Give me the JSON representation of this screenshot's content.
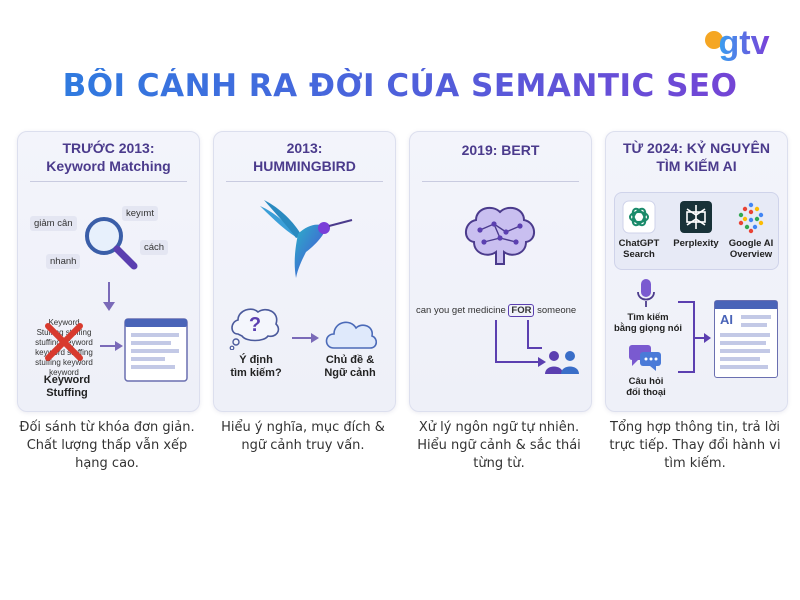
{
  "brand": {
    "logo_text": "gtv"
  },
  "title": "BỐI CẢNH RA ĐỜI CỦA SEMANTIC SEO",
  "cards": [
    {
      "title_lines": [
        "TRƯỚC 2013:",
        "Keyword Matching"
      ],
      "keywords": [
        "giảm cân",
        "keyımt",
        "cách",
        "nhanh"
      ],
      "stuffing_lines": [
        "Keyword",
        "Stuffing stuffing",
        "stuffing keyword",
        "keyword stuffing",
        "stuffing keyword",
        "keyword"
      ],
      "label_lines": [
        "Keyword",
        "Stuffing"
      ],
      "caption_lines": [
        "Đối sánh từ khóa đơn giản.",
        "Chất lượng thấp vẫn xếp",
        "hạng cao."
      ]
    },
    {
      "title_lines": [
        "2013:",
        "HUMMINGBIRD"
      ],
      "bubble_left": "?",
      "left_label_lines": [
        "Ý định",
        "tìm kiếm?"
      ],
      "right_label_lines": [
        "Chủ đề &",
        "Ngữ cảnh"
      ],
      "caption_lines": [
        "Hiểu ý nghĩa, mục đích &",
        "ngữ cảnh truy vấn."
      ]
    },
    {
      "title_lines": [
        "2019: BERT"
      ],
      "query_before": "can you get medicine",
      "query_highlight": "FOR",
      "query_after": "someone",
      "caption_lines": [
        "Xử lý ngôn ngữ tự nhiên.",
        "Hiểu ngữ cảnh & sắc thái",
        "từng từ."
      ]
    },
    {
      "title_lines": [
        "TỪ 2024: KỶ NGUYÊN",
        "TÌM KIẾM AI"
      ],
      "ai_tools": [
        {
          "label_lines": [
            "ChatGPT",
            "Search"
          ],
          "icon": "chatgpt-icon"
        },
        {
          "label_lines": [
            "Perplexity"
          ],
          "icon": "perplexity-icon"
        },
        {
          "label_lines": [
            "Google AI",
            "Overview"
          ],
          "icon": "google-ai-icon"
        }
      ],
      "voice_label_lines": [
        "Tìm kiếm",
        "bằng giọng nói"
      ],
      "chat_label_lines": [
        "Câu hỏi",
        "đối thoại"
      ],
      "ai_doc_label": "AI",
      "caption_lines": [
        "Tổng hợp thông tin, trả lời",
        "trực tiếp. Thay đổi hành vi",
        "tìm kiếm."
      ]
    }
  ],
  "colors": {
    "accent_purple": "#5b3fb0",
    "accent_blue": "#2a7fe0",
    "cross_red": "#d83a2e"
  }
}
